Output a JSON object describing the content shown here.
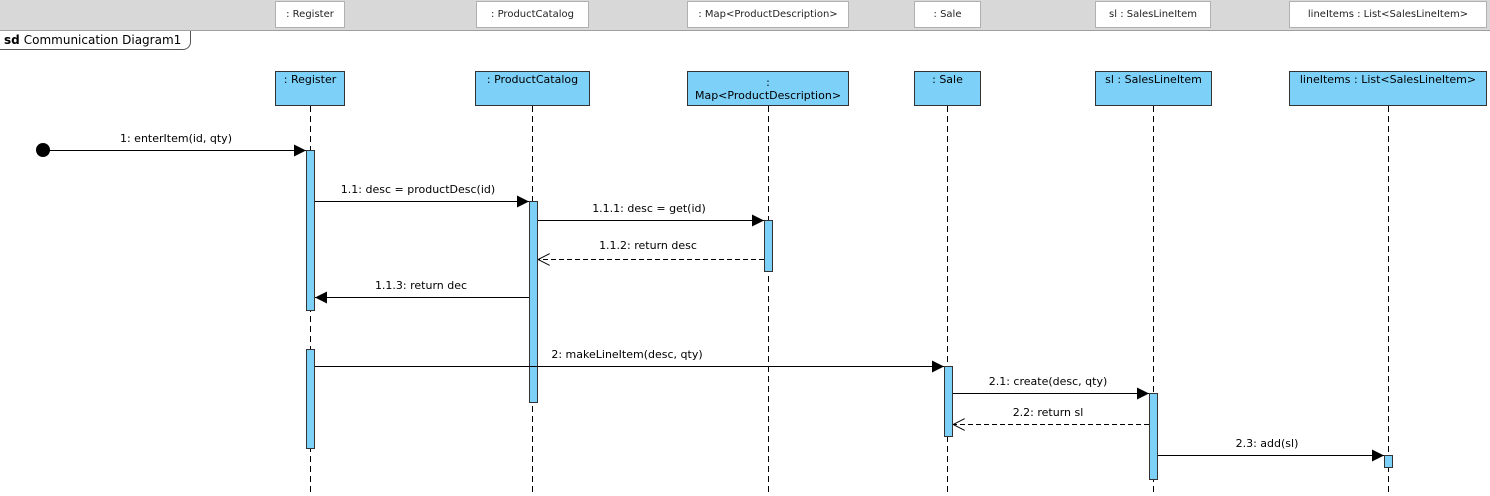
{
  "header": {
    "cells": [
      ": Register",
      ": ProductCatalog",
      ": Map<ProductDescription>",
      ": Sale",
      "sl : SalesLineItem",
      "lineItems : List<SalesLineItem>"
    ]
  },
  "frame": {
    "keyword": "sd",
    "name": "Communication Diagram1"
  },
  "lifelines": [
    {
      "label": ": Register"
    },
    {
      "label": ": ProductCatalog"
    },
    {
      "label_line1": ":",
      "label_line2": "Map<ProductDescription>"
    },
    {
      "label": ": Sale"
    },
    {
      "label": "sl : SalesLineItem"
    },
    {
      "label": "lineItems : List<SalesLineItem>"
    }
  ],
  "messages": [
    {
      "label": "1: enterItem(id, qty)",
      "kind": "sync"
    },
    {
      "label": "1.1: desc = productDesc(id)",
      "kind": "sync"
    },
    {
      "label": "1.1.1: desc = get(id)",
      "kind": "sync"
    },
    {
      "label": "1.1.2: return desc",
      "kind": "return"
    },
    {
      "label": "1.1.3: return dec",
      "kind": "sync"
    },
    {
      "label": "2: makeLineItem(desc, qty)",
      "kind": "sync"
    },
    {
      "label": "2.1: create(desc, qty)",
      "kind": "sync"
    },
    {
      "label": "2.2: return sl",
      "kind": "return"
    },
    {
      "label": "2.3: add(sl)",
      "kind": "sync"
    }
  ],
  "colors": {
    "lifeline_fill": "#7dd0f7",
    "header_bg": "#d8d8d8"
  }
}
